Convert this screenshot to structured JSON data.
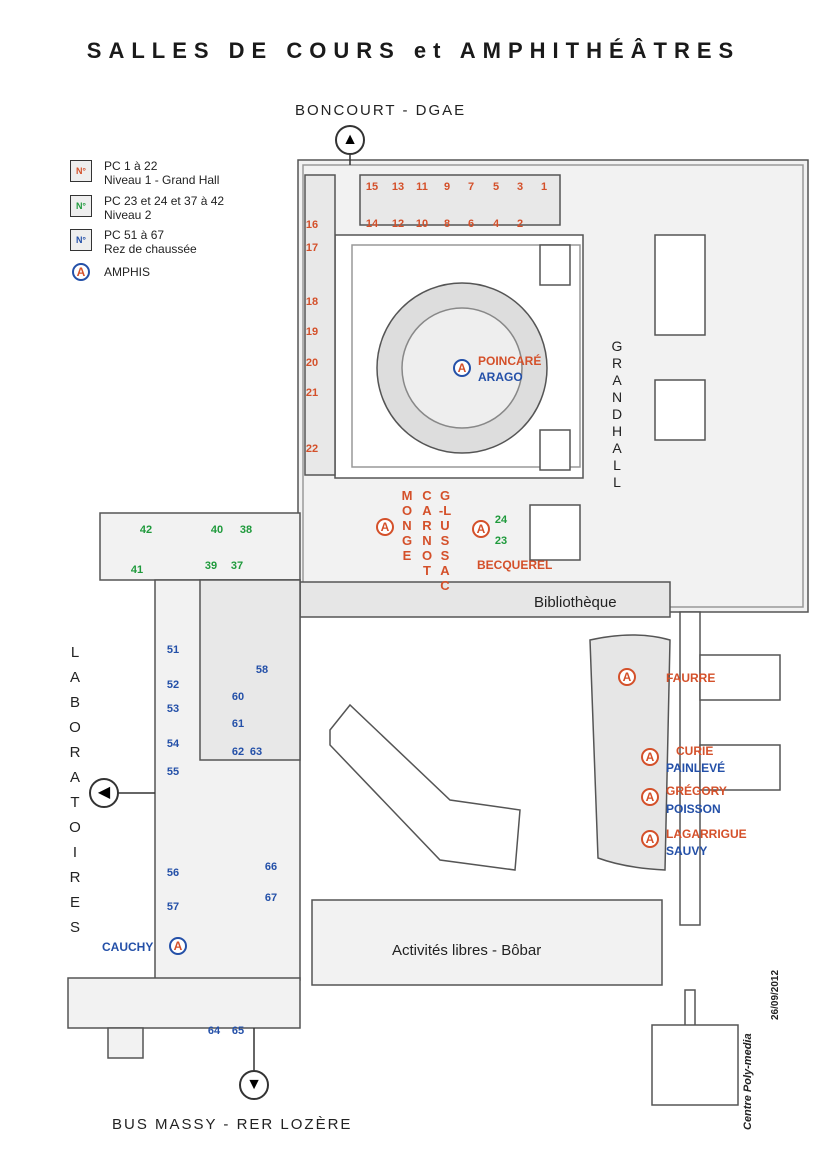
{
  "title": "SALLES DE COURS et AMPHITHÉÂTRES",
  "places": {
    "top": "BONCOURT - DGAE",
    "bottom": "BUS MASSY - RER LOZÈRE",
    "left": "LABORATOIRES",
    "grand_hall": "GRAND HALL",
    "library": "Bibliothèque",
    "bobar": "Activités libres - Bôbar"
  },
  "legend": [
    {
      "badge": "N°",
      "line1": "PC 1 à 22",
      "line2": "Niveau 1 - Grand Hall",
      "color": "#d4502a"
    },
    {
      "badge": "N°",
      "line1": "PC 23 et 24 et 37 à 42",
      "line2": "Niveau 2",
      "color": "#1f9a3c"
    },
    {
      "badge": "N°",
      "line1": "PC 51 à 67",
      "line2": "Rez de chaussée",
      "color": "#2450a8"
    },
    {
      "badge": "A",
      "line1": "AMPHIS",
      "line2": ""
    }
  ],
  "rooms_red": [
    "15",
    "13",
    "11",
    "9",
    "7",
    "5",
    "3",
    "1",
    "14",
    "12",
    "10",
    "8",
    "6",
    "4",
    "2",
    "16",
    "17",
    "18",
    "19",
    "20",
    "21",
    "22"
  ],
  "rooms_green": [
    "42",
    "40",
    "38",
    "41",
    "39",
    "37",
    "24",
    "23"
  ],
  "rooms_blue": [
    "51",
    "58",
    "52",
    "60",
    "53",
    "61",
    "54",
    "62",
    "63",
    "55",
    "66",
    "56",
    "67",
    "57",
    "64",
    "65"
  ],
  "amphis": {
    "poincare": "POINCARÉ",
    "arago": "ARAGO",
    "monge": "MONGE",
    "carnot": "CARNOT",
    "glussac": "G-LUSSAC",
    "becquerel": "BECQUEREL",
    "faurre": "FAURRE",
    "curie": "CURIE",
    "painleve": "PAINLEVÉ",
    "gregory": "GRÉGORY",
    "poisson": "POISSON",
    "lagarrigue": "LAGARRIGUE",
    "sauvy": "SAUVY",
    "cauchy": "CAUCHY"
  },
  "footer": {
    "date": "26/09/2012",
    "logo": "Centre Poly-media"
  },
  "colors": {
    "red": "#d4502a",
    "green": "#1f9a3c",
    "blue": "#2450a8"
  }
}
